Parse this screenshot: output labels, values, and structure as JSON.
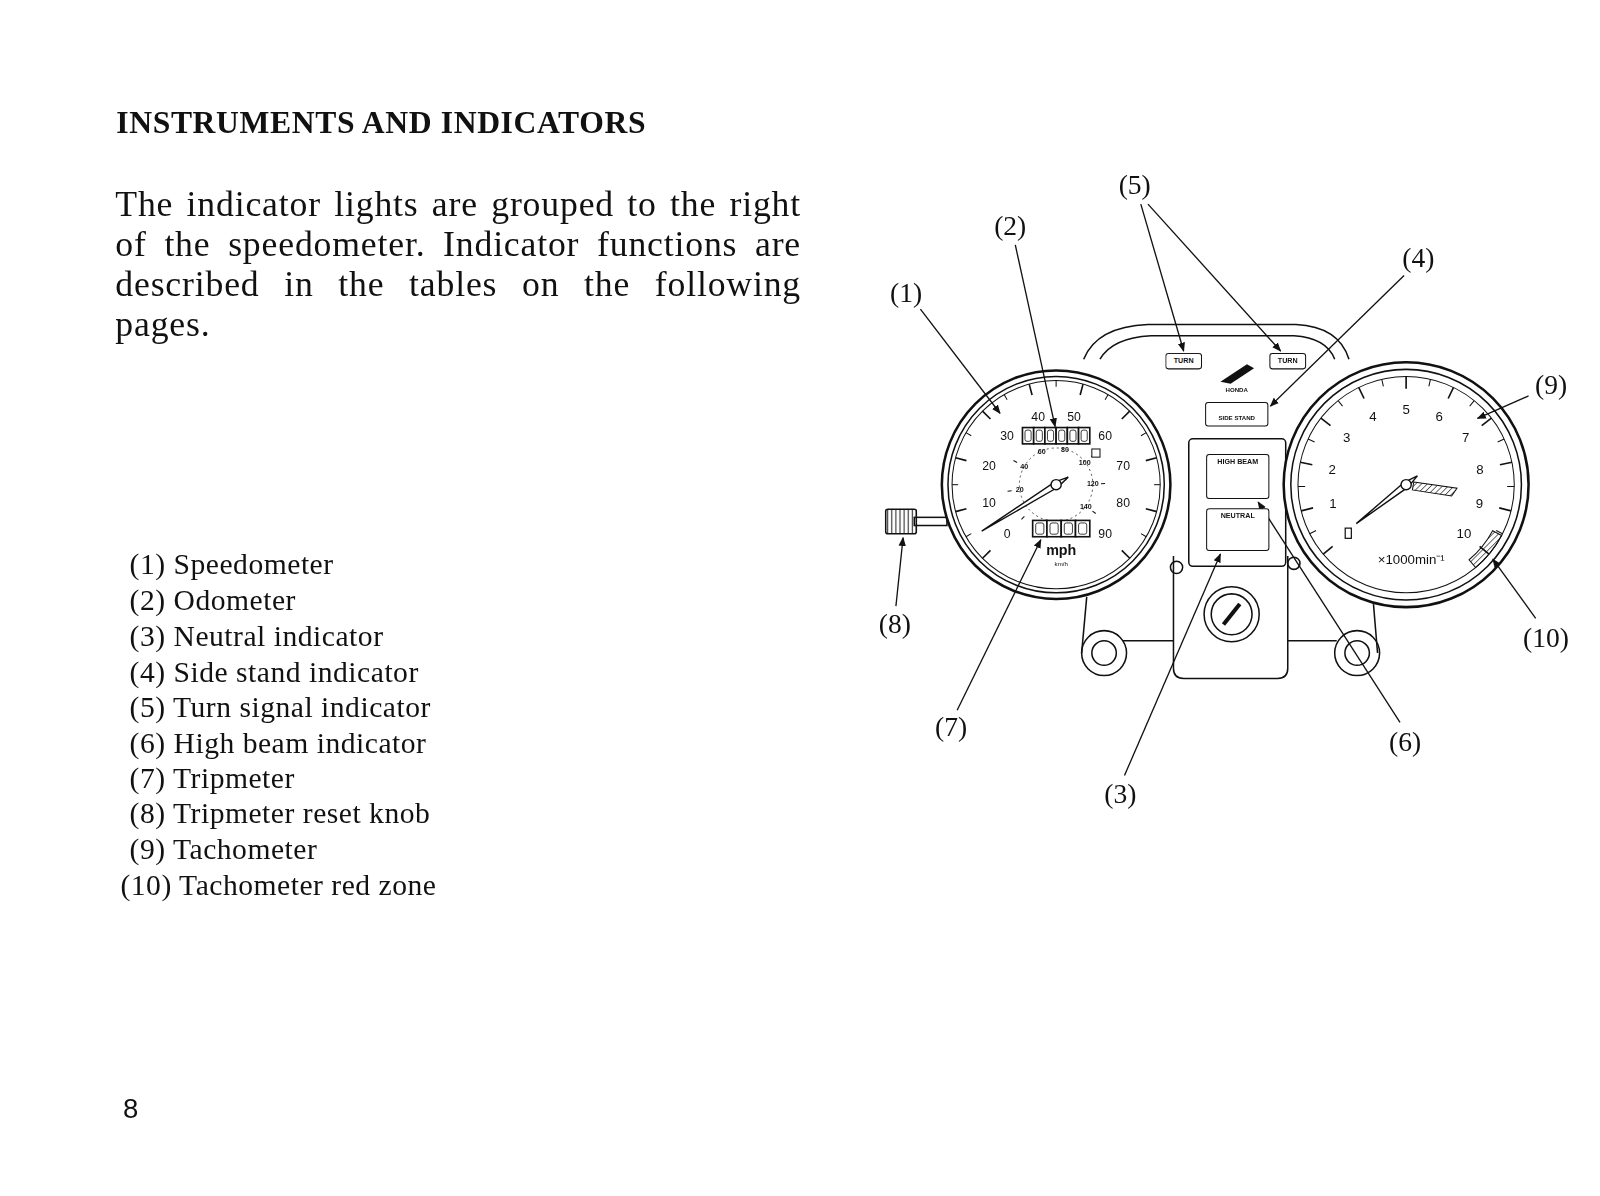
{
  "diagram": {
    "title": "INSTRUMENTS AND INDICATORS",
    "nodes": [
      {
        "text": [
          "TURN"
        ]
      },
      {
        "text": [
          "TURN"
        ]
      },
      {
        "text": [
          "SIDE STAND"
        ]
      },
      {
        "text": [
          "HIGH BEAM"
        ]
      },
      {
        "text": [
          "NEUTRAL"
        ]
      }
    ],
    "labels": [
      "The indicator lights are grouped to the right of the speedometer. Indicator functions are described in the tables on the following pages.",
      "(1) Speedometer",
      "(2) Odometer",
      "(3) Neutral indicator",
      "(4) Side stand indicator",
      "(5) Turn signal indicator",
      "(6) High beam indicator",
      "(7) Tripmeter",
      "(8) Tripmeter reset knob",
      "(9) Tachometer",
      "(10) Tachometer red zone",
      "(5)",
      "(2)",
      "(4)",
      "(1)",
      "(9)",
      "(8)",
      "(10)",
      "(7)",
      "(6)",
      "(3)",
      "0",
      "10",
      "20",
      "30",
      "40",
      "50",
      "60",
      "70",
      "80",
      "90",
      "20",
      "40",
      "60",
      "80",
      "100",
      "120",
      "140",
      "mph",
      "km/h",
      "1",
      "2",
      "3",
      "4",
      "5",
      "6",
      "7",
      "8",
      "9",
      "10",
      "×1000min⁻¹",
      "HONDA",
      "8"
    ]
  }
}
